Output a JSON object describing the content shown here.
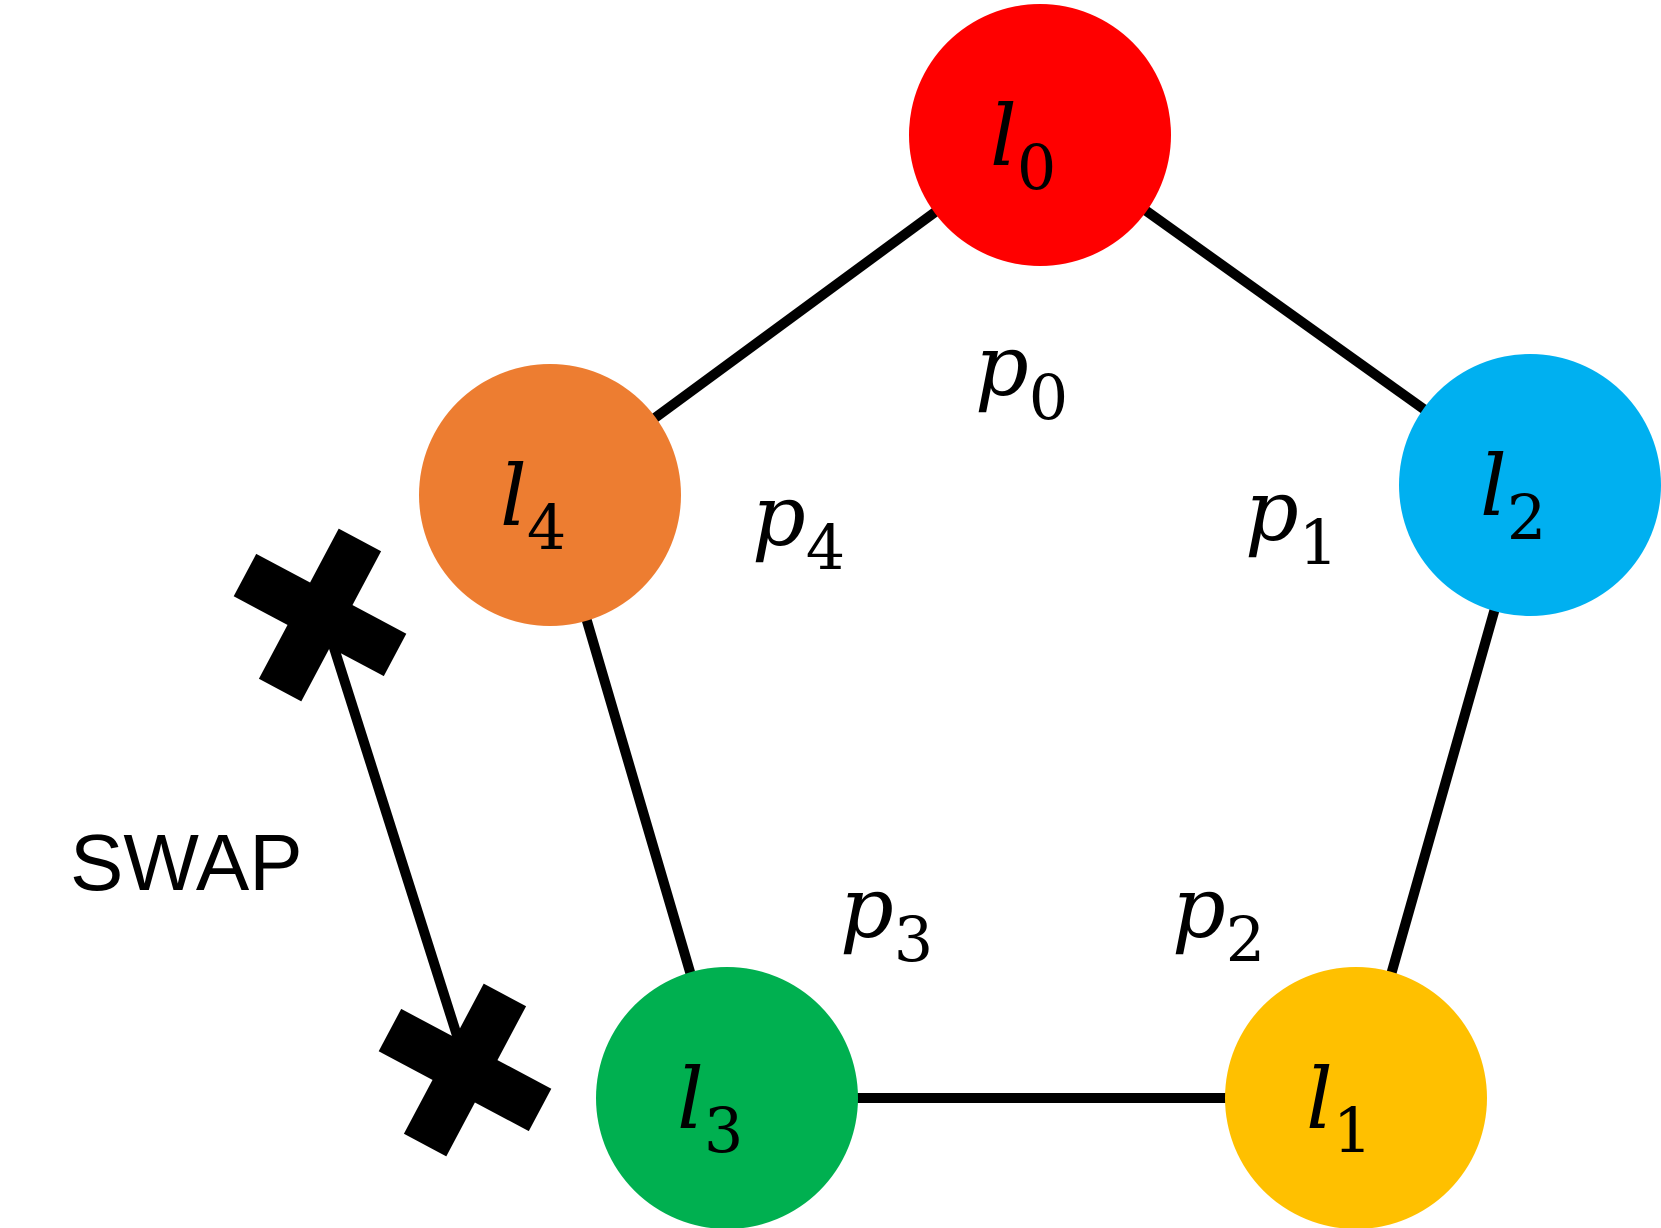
{
  "nodes": [
    {
      "id": "l0",
      "base": "l",
      "sub": "0",
      "color": "#FF0000"
    },
    {
      "id": "l1",
      "base": "l",
      "sub": "1",
      "color": "#FFC000"
    },
    {
      "id": "l2",
      "base": "l",
      "sub": "2",
      "color": "#00B0F0"
    },
    {
      "id": "l3",
      "base": "l",
      "sub": "3",
      "color": "#00B050"
    },
    {
      "id": "l4",
      "base": "l",
      "sub": "4",
      "color": "#ED7D31"
    }
  ],
  "positions": [
    {
      "id": "p0",
      "base": "p",
      "sub": "0"
    },
    {
      "id": "p1",
      "base": "p",
      "sub": "1"
    },
    {
      "id": "p2",
      "base": "p",
      "sub": "2"
    },
    {
      "id": "p3",
      "base": "p",
      "sub": "3"
    },
    {
      "id": "p4",
      "base": "p",
      "sub": "4"
    }
  ],
  "edges": [
    {
      "from": "l0",
      "to": "l2"
    },
    {
      "from": "l2",
      "to": "l1"
    },
    {
      "from": "l1",
      "to": "l3"
    },
    {
      "from": "l3",
      "to": "l4"
    },
    {
      "from": "l4",
      "to": "l0"
    }
  ],
  "swap": {
    "label": "SWAP",
    "between": [
      "l4",
      "l3"
    ],
    "marker_color": "#000000"
  }
}
